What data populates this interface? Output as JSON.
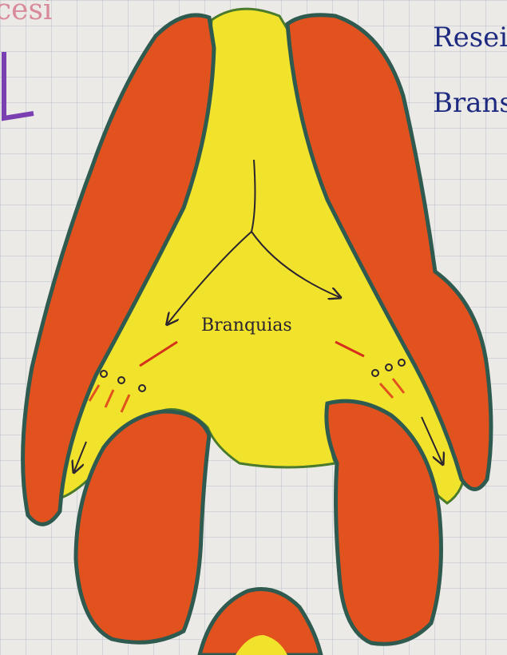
{
  "page_text": {
    "top_left": "cesi",
    "top_right_line1": "Resei",
    "top_right_line2": "Brans",
    "center_label": "Branquias"
  },
  "colors": {
    "paper": "#eceae6",
    "grid": "#b9c3cc",
    "orange": "#e2521e",
    "yellow": "#f1e32b",
    "outline": "#2f5a4f",
    "ink": "#2b2430",
    "pink_ink": "#d98a9a",
    "blue_ink": "#1e2a80",
    "purple_mark": "#7a3fb0"
  },
  "icons": {
    "arrow": "arrow-icon",
    "small_circle": "circle-icon"
  }
}
